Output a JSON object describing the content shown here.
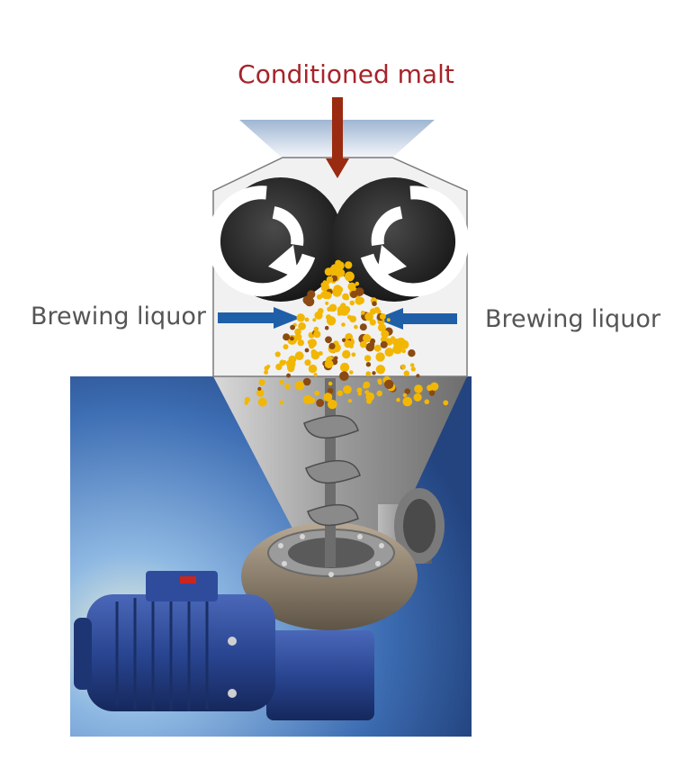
{
  "labels": {
    "input": "Conditioned malt",
    "liquor_left": "Brewing liquor",
    "liquor_right": "Brewing liquor"
  },
  "colors": {
    "malt_text": "#a6242a",
    "liquor_text": "#555555",
    "malt_arrow": "#9a2a10",
    "liquor_arrow": "#1f5fa8",
    "grist": "#f2b705",
    "roller": "#262626",
    "housing": "#f1f1f1",
    "photo_background": "#3a6fb5",
    "motor": "#27438f"
  },
  "icons": {
    "rollers": "counter-rotating-arrows-icon",
    "screw": "screw-conveyor-icon"
  }
}
